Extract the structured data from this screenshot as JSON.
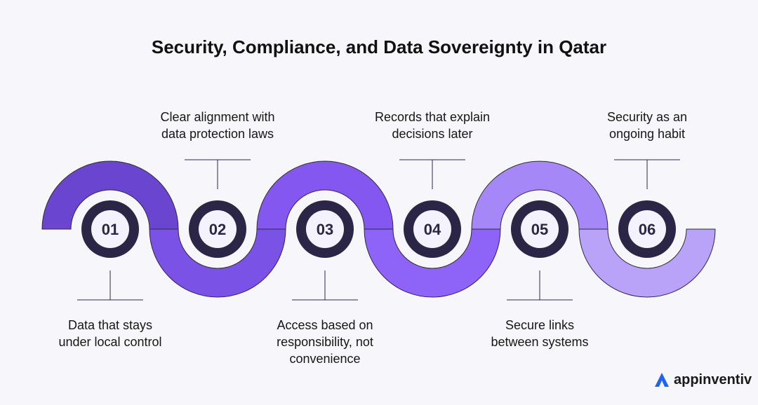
{
  "title": "Security, Compliance, and Data Sovereignty in Qatar",
  "colors": {
    "stroke": "#2e2a45",
    "text": "#161616",
    "badge_ring": "#2b2645",
    "badge_fill": "#f4f2fc",
    "segments": [
      "#6a45cf",
      "#7a52e6",
      "#8357f0",
      "#8e63f7",
      "#a587f7",
      "#b9a3f8"
    ]
  },
  "steps": [
    {
      "number": "01",
      "lines": [
        "Data that stays",
        "under local control"
      ]
    },
    {
      "number": "02",
      "lines": [
        "Clear alignment with",
        "data protection laws"
      ]
    },
    {
      "number": "03",
      "lines": [
        "Access based on",
        "responsibility, not",
        "convenience"
      ]
    },
    {
      "number": "04",
      "lines": [
        "Records that explain",
        "decisions later"
      ]
    },
    {
      "number": "05",
      "lines": [
        "Secure links",
        "between systems"
      ]
    },
    {
      "number": "06",
      "lines": [
        "Security as an",
        "ongoing habit"
      ]
    }
  ],
  "brand": {
    "name": "appinventiv",
    "icon": "appinventiv-logo-icon"
  }
}
